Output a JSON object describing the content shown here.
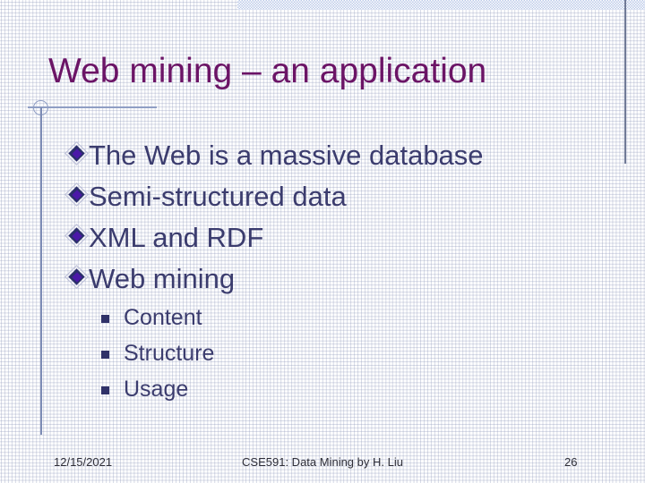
{
  "slide": {
    "title": "Web mining – an application",
    "title_color": "#6b1466",
    "body_color": "#3b3c6e",
    "background_color": "#ffffff",
    "accent_band_color": "#b9c8e8",
    "rule_color": "#8f9ec4"
  },
  "bullets": [
    {
      "text": "The Web is a massive database",
      "marker": "diamond-bullet-icon"
    },
    {
      "text": "Semi-structured data",
      "marker": "diamond-bullet-icon"
    },
    {
      "text": "XML and RDF",
      "marker": "diamond-bullet-icon"
    },
    {
      "text": "Web mining",
      "marker": "diamond-bullet-icon"
    }
  ],
  "subbullets": [
    {
      "text": "Content",
      "marker": "square-bullet-icon"
    },
    {
      "text": "Structure",
      "marker": "square-bullet-icon"
    },
    {
      "text": "Usage",
      "marker": "square-bullet-icon"
    }
  ],
  "footer": {
    "date": "12/15/2021",
    "center": "CSE591: Data Mining by H. Liu",
    "page_number": "26"
  }
}
